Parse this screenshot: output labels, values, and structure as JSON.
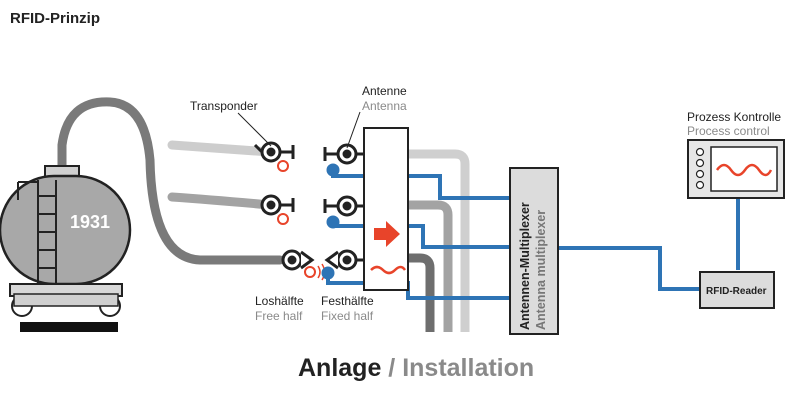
{
  "title": "RFID-Prinzip",
  "tank_number": "1931",
  "labels": {
    "transponder": "Transponder",
    "antenne_de": "Antenne",
    "antenne_en": "Antenna",
    "loshaelfte_de": "Loshälfte",
    "loshaelfte_en": "Free half",
    "festhaelfte_de": "Festhälfte",
    "festhaelfte_en": "Fixed half",
    "multiplexer_de": "Antennen-Multiplexer",
    "multiplexer_en": "Antenna multiplexer",
    "prozess_de": "Prozess Kontrolle",
    "prozess_en": "Process control",
    "reader": "RFID-Reader"
  },
  "footer": {
    "de": "Anlage",
    "separator": " / ",
    "en": "Installation"
  },
  "colors": {
    "blue_line": "#2e74b5",
    "red_accent": "#e8442a",
    "dark_gray": "#6e6e6e",
    "mid_gray": "#a3a3a3",
    "light_gray": "#cccccc",
    "box_fill": "#dcdcdc"
  }
}
